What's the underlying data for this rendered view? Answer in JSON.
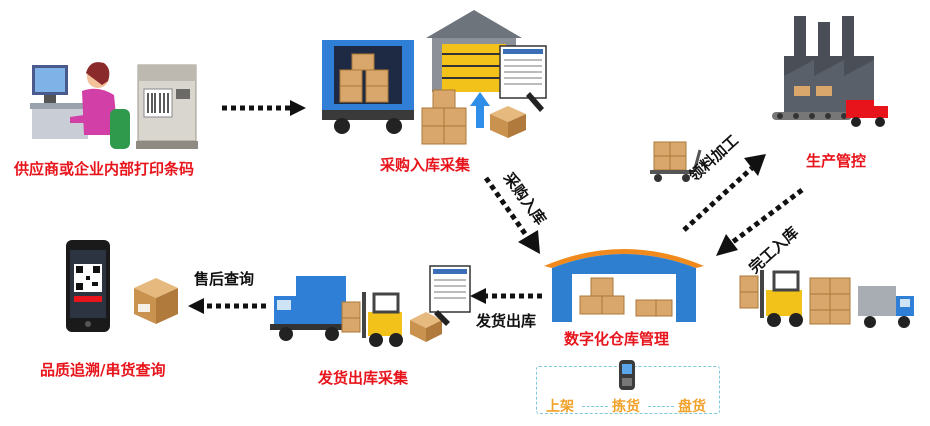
{
  "nodes": {
    "supplier_print": "供应商或企业内部打印条码",
    "purchase_inbound": "采购入库采集",
    "production_control": "生产管控",
    "digital_warehouse": "数字化仓库管理",
    "shipping_outbound": "发货出库采集",
    "quality_trace": "品质追溯/串货查询"
  },
  "edges": {
    "purchase_in": "采购入库",
    "material_processing": "领料加工",
    "finished_in": "完工入库",
    "ship_out": "发货出库",
    "after_sales": "售后查询"
  },
  "operations": {
    "shelving": "上架",
    "picking": "拣货",
    "counting": "盘货"
  },
  "colors": {
    "label_red": "#e8141c",
    "label_black": "#111111",
    "ops_orange": "#f2a12a",
    "warehouse_blue": "#2e7fd0",
    "warehouse_roof": "#f08a1c",
    "truck_blue": "#2f7fd6",
    "box_brown": "#d9a66b",
    "forklift_yellow": "#f2c21a",
    "factory_gray": "#4a4f57"
  },
  "icons": [
    "clerk-at-computer-icon",
    "barcode-printer-icon",
    "container-truck-icon",
    "loading-dock-icon",
    "scanner-form-icon",
    "factory-icon",
    "hand-cart-icon",
    "forklift-icon",
    "delivery-truck-icon",
    "smartphone-scanner-icon",
    "package-icon",
    "handheld-pda-icon"
  ]
}
